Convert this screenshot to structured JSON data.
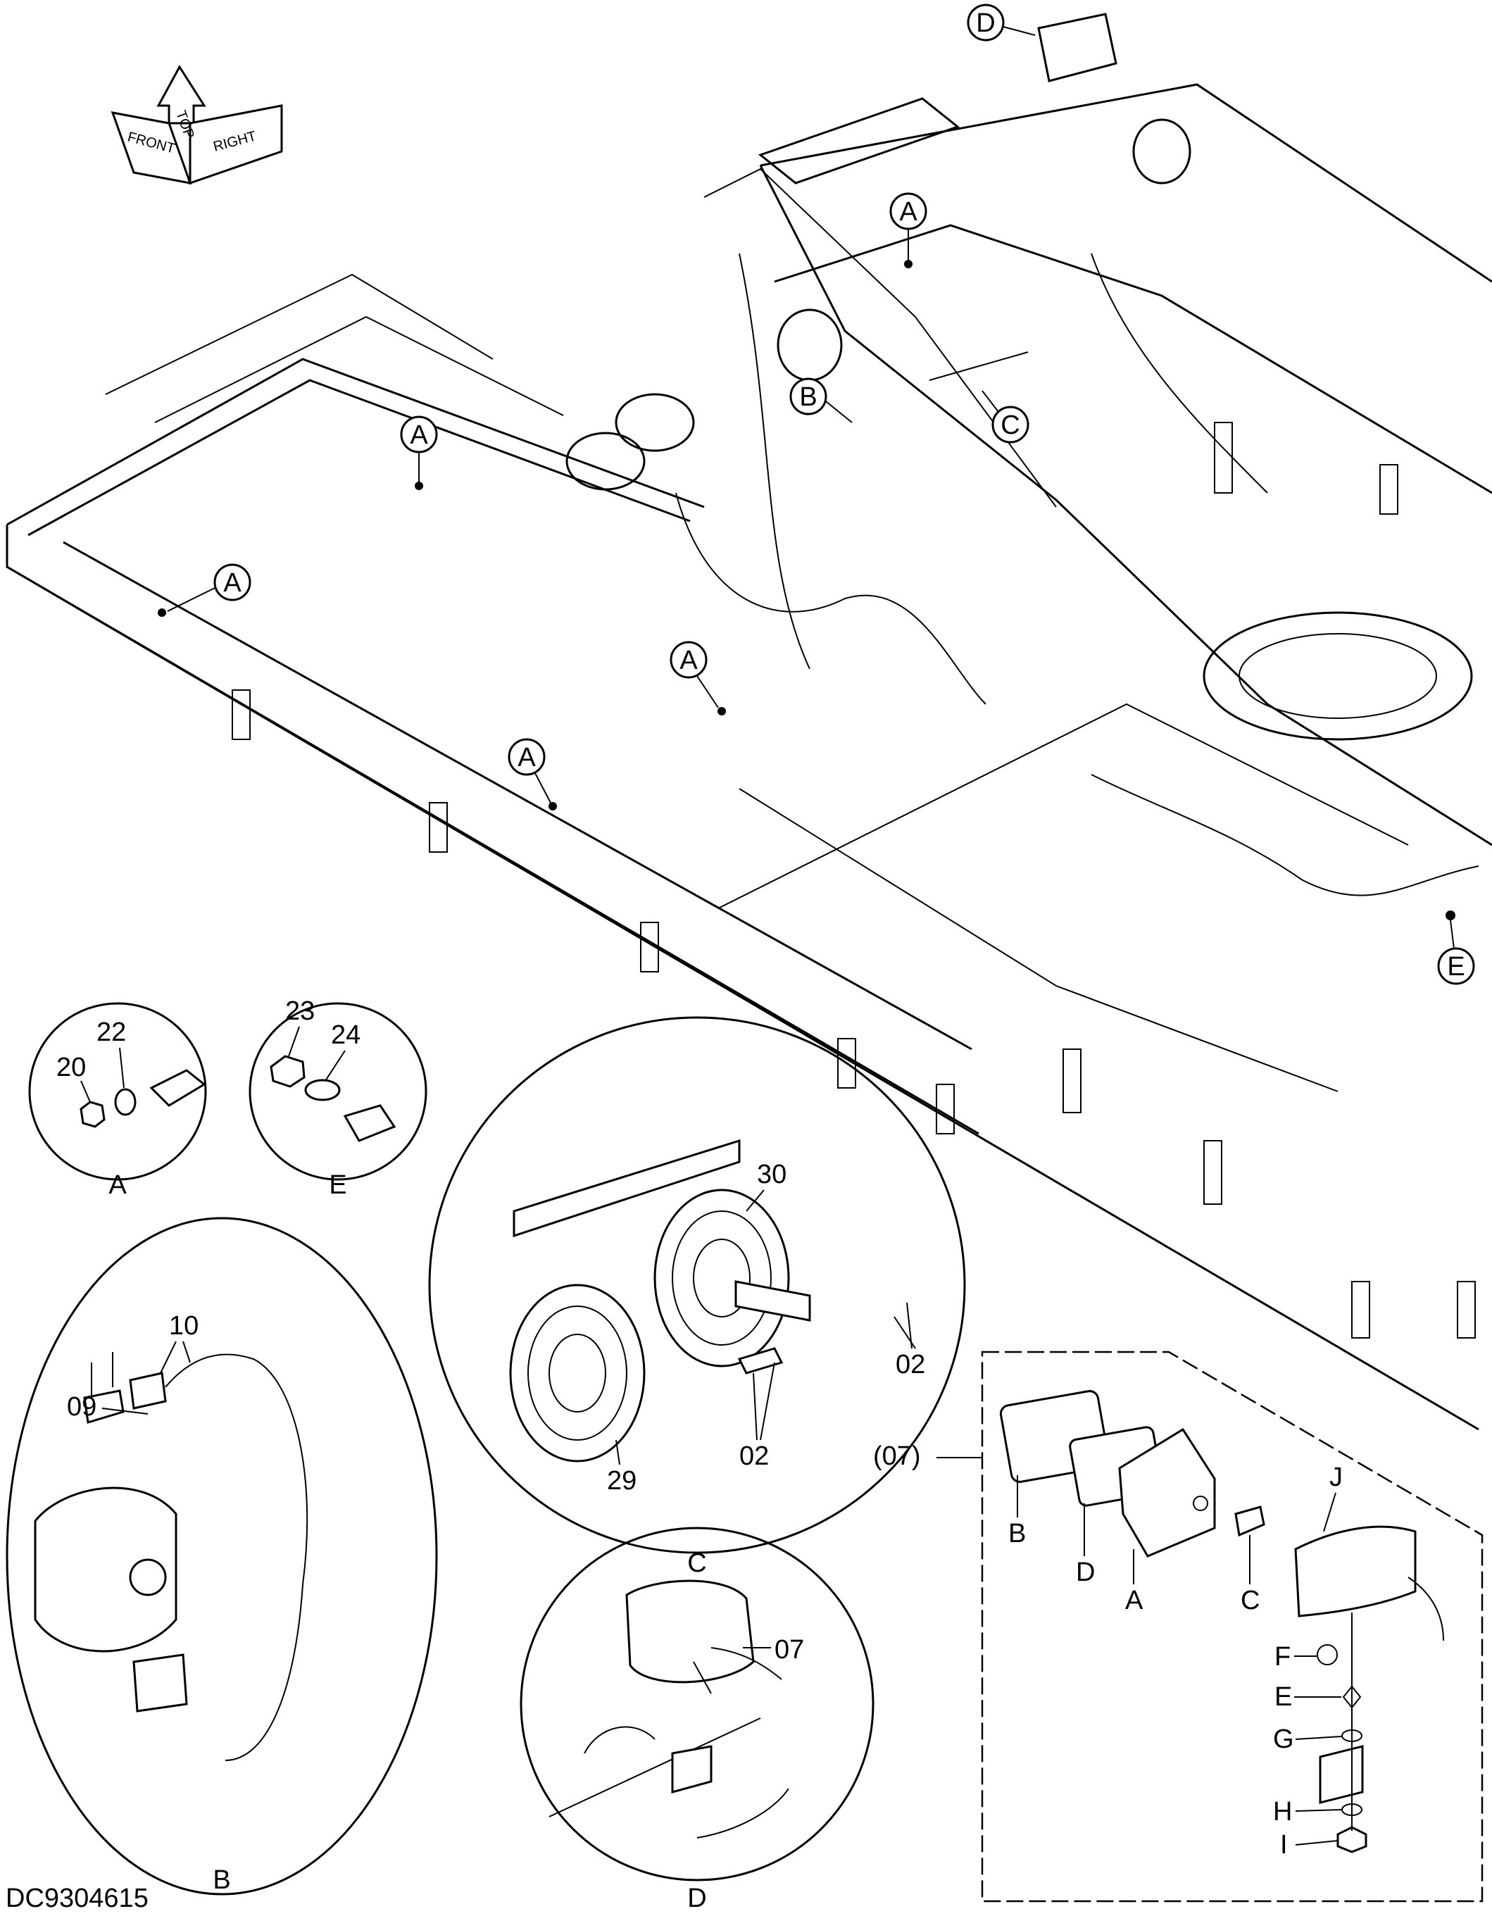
{
  "drawing_code": "DC9304615",
  "orientation": {
    "top": "TOP",
    "front": "FRONT",
    "right": "RIGHT"
  },
  "callouts": {
    "A": "A",
    "B": "B",
    "C": "C",
    "D": "D",
    "E": "E"
  },
  "detail_A": {
    "caption": "A",
    "parts": [
      "20",
      "22"
    ]
  },
  "detail_E": {
    "caption": "E",
    "parts": [
      "23",
      "24"
    ]
  },
  "detail_B": {
    "caption": "B",
    "parts": [
      "10",
      "09"
    ]
  },
  "detail_C": {
    "caption": "C",
    "parts": [
      "30",
      "02",
      "02",
      "29"
    ]
  },
  "detail_D": {
    "caption": "D",
    "parts": [
      "07"
    ]
  },
  "detail_07": {
    "ref": "(07)",
    "parts": [
      "J",
      "B",
      "D",
      "A",
      "C",
      "F",
      "E",
      "G",
      "H",
      "I"
    ]
  }
}
